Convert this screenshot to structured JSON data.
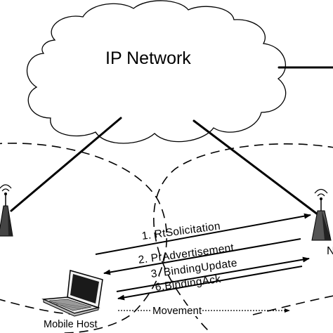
{
  "network": {
    "label": "IP Network"
  },
  "messages": [
    {
      "label": "1. RtSolicitation",
      "direction": "to-new-router"
    },
    {
      "label": "2. PrAdvertisement",
      "direction": "to-host"
    },
    {
      "label": "3. BindingUpdate",
      "direction": "to-new-router"
    },
    {
      "label": "6.BindingAck",
      "direction": "to-host"
    }
  ],
  "movement": {
    "label": "Movement"
  },
  "host": {
    "label": "Mobile Host"
  },
  "cut_label": {
    "text": "N"
  },
  "colors": {
    "stroke": "#000000",
    "background": "#ffffff",
    "screen": "#1a1a1a"
  }
}
